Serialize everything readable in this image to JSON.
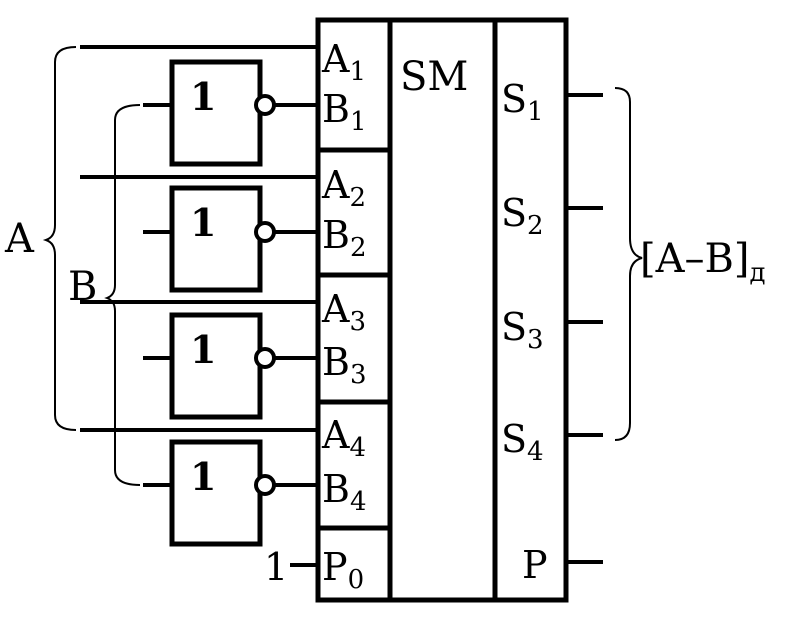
{
  "adder": {
    "title": "SM",
    "inputs": [
      {
        "letter": "A",
        "sub": "1"
      },
      {
        "letter": "B",
        "sub": "1"
      },
      {
        "letter": "A",
        "sub": "2"
      },
      {
        "letter": "B",
        "sub": "2"
      },
      {
        "letter": "A",
        "sub": "3"
      },
      {
        "letter": "B",
        "sub": "3"
      },
      {
        "letter": "A",
        "sub": "4"
      },
      {
        "letter": "B",
        "sub": "4"
      },
      {
        "letter": "P",
        "sub": "0"
      }
    ],
    "outputs": [
      {
        "letter": "S",
        "sub": "1"
      },
      {
        "letter": "S",
        "sub": "2"
      },
      {
        "letter": "S",
        "sub": "3"
      },
      {
        "letter": "S",
        "sub": "4"
      },
      {
        "letter": "P",
        "sub": ""
      }
    ],
    "carry_in_value": "1"
  },
  "inverters": {
    "label": "1",
    "count": 4
  },
  "buses": {
    "a_label": "A",
    "b_label": "B",
    "result_label": "[A–B]",
    "result_sub": "д"
  }
}
